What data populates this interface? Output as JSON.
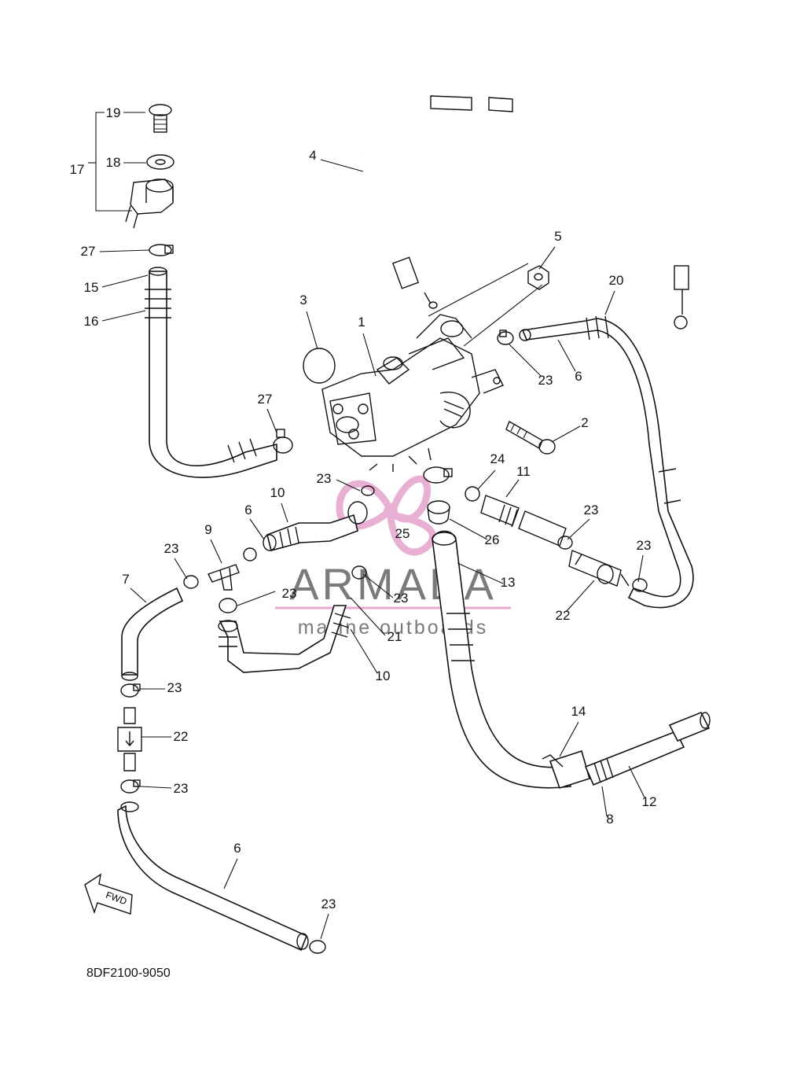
{
  "diagram": {
    "code": "8DF2100-9050",
    "fwd_label": "FWD",
    "watermark": {
      "brand": "ARMADA",
      "tagline": "marine outboards",
      "logo_icon": "propeller-logo-icon"
    },
    "callouts": [
      {
        "label": "19"
      },
      {
        "label": "18"
      },
      {
        "label": "17"
      },
      {
        "label": "27"
      },
      {
        "label": "15"
      },
      {
        "label": "16"
      },
      {
        "label": "4"
      },
      {
        "label": "5"
      },
      {
        "label": "20"
      },
      {
        "label": "3"
      },
      {
        "label": "1"
      },
      {
        "label": "23"
      },
      {
        "label": "6"
      },
      {
        "label": "27"
      },
      {
        "label": "2"
      },
      {
        "label": "24"
      },
      {
        "label": "11"
      },
      {
        "label": "23"
      },
      {
        "label": "10"
      },
      {
        "label": "25"
      },
      {
        "label": "26"
      },
      {
        "label": "23"
      },
      {
        "label": "6"
      },
      {
        "label": "9"
      },
      {
        "label": "23"
      },
      {
        "label": "23"
      },
      {
        "label": "13"
      },
      {
        "label": "23"
      },
      {
        "label": "22"
      },
      {
        "label": "7"
      },
      {
        "label": "23"
      },
      {
        "label": "21"
      },
      {
        "label": "10"
      },
      {
        "label": "23"
      },
      {
        "label": "22"
      },
      {
        "label": "14"
      },
      {
        "label": "23"
      },
      {
        "label": "12"
      },
      {
        "label": "8"
      },
      {
        "label": "6"
      },
      {
        "label": "23"
      }
    ]
  }
}
